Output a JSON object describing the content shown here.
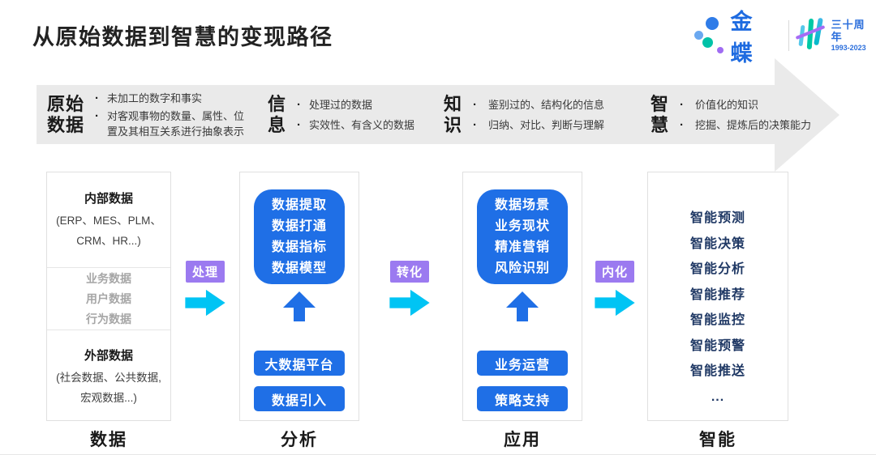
{
  "page": {
    "title": "从原始数据到智慧的变现路径"
  },
  "logo": {
    "brand": "金蝶",
    "anniversary": "三十周年",
    "years": "1993-2023"
  },
  "banner": {
    "bullet_char": "·",
    "stages": [
      {
        "title_lines": [
          "原始",
          "数据"
        ],
        "bullets": [
          "未加工的数字和事实",
          "对客观事物的数量、属性、位置及其相互关系进行抽象表示"
        ]
      },
      {
        "title_lines": [
          "信",
          "息"
        ],
        "bullets": [
          "处理过的数据",
          "实效性、有含义的数据"
        ]
      },
      {
        "title_lines": [
          "知",
          "识"
        ],
        "bullets": [
          "鉴别过的、结构化的信息",
          "归纳、对比、判断与理解"
        ]
      },
      {
        "title_lines": [
          "智",
          "慧"
        ],
        "bullets": [
          "价值化的知识",
          "挖掘、提炼后的决策能力"
        ]
      }
    ]
  },
  "connectors": [
    {
      "label": "处理"
    },
    {
      "label": "转化"
    },
    {
      "label": "内化"
    }
  ],
  "columns": {
    "data": {
      "label": "数据",
      "internal_title": "内部数据",
      "internal_desc_line1": "(ERP、MES、PLM、",
      "internal_desc_line2": "CRM、HR...)",
      "middle_items": [
        "业务数据",
        "用户数据",
        "行为数据"
      ],
      "external_title": "外部数据",
      "external_desc_line1": "(社会数据、公共数据,",
      "external_desc_line2": "宏观数据...)"
    },
    "analysis": {
      "label": "分析",
      "capabilities": [
        "数据提取",
        "数据打通",
        "数据指标",
        "数据模型"
      ],
      "platforms": [
        "大数据平台",
        "数据引入"
      ]
    },
    "application": {
      "label": "应用",
      "capabilities": [
        "数据场景",
        "业务现状",
        "精准营销",
        "风险识别"
      ],
      "platforms": [
        "业务运营",
        "策略支持"
      ]
    },
    "intelligence": {
      "label": "智能",
      "items": [
        "智能预测",
        "智能决策",
        "智能分析",
        "智能推荐",
        "智能监控",
        "智能预警",
        "智能推送",
        "..."
      ]
    }
  },
  "colors": {
    "primary_blue": "#1F6FE6",
    "navy_text": "#1F3864",
    "purple_badge": "#9B7AF0",
    "cyan_arrow": "#00C4F4",
    "banner_gray": "#EAEAEA",
    "brand_blue": "#1E6BE0",
    "teal": "#00C2A8"
  }
}
